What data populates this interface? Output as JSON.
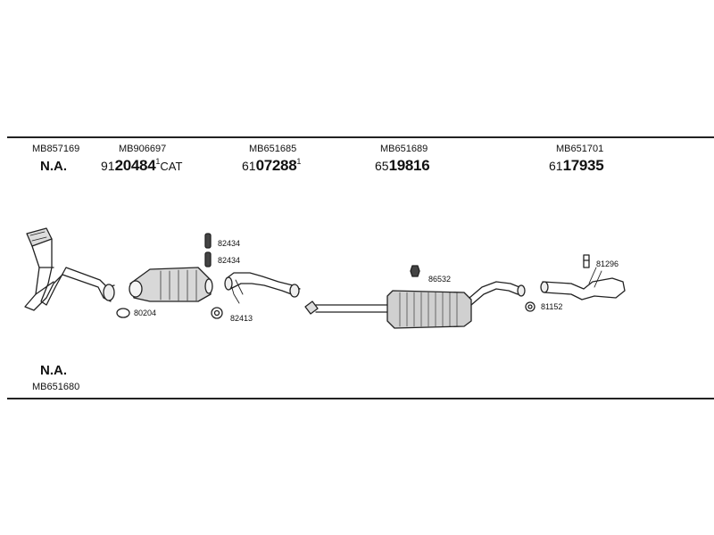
{
  "header_parts": [
    {
      "ref": "MB857169",
      "main": "N.A.",
      "prefix": "",
      "sup": "",
      "suffix": ""
    },
    {
      "ref": "MB906697",
      "main": "20484",
      "prefix": "91",
      "sup": "1",
      "suffix": "CAT"
    },
    {
      "ref": "MB651685",
      "main": "07288",
      "prefix": "61",
      "sup": "1",
      "suffix": ""
    },
    {
      "ref": "MB651689",
      "main": "19816",
      "prefix": "65",
      "sup": "",
      "suffix": ""
    },
    {
      "ref": "MB651701",
      "main": "17935",
      "prefix": "61",
      "sup": "",
      "suffix": ""
    }
  ],
  "small_parts": {
    "p80204": "80204",
    "p82434a": "82434",
    "p82434b": "82434",
    "p82413": "82413",
    "p86532": "86532",
    "p81152": "81152",
    "p81296": "81296"
  },
  "bottom": {
    "main": "N.A.",
    "ref": "MB651680"
  }
}
